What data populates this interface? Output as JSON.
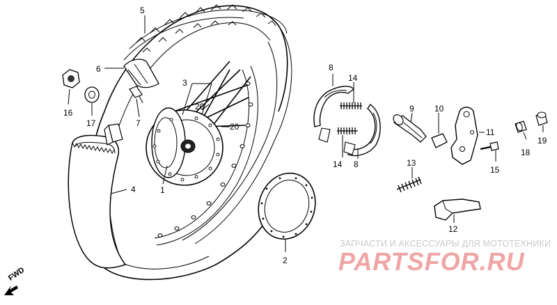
{
  "diagram": {
    "parts": [
      {
        "id": "tire",
        "number": "5"
      },
      {
        "id": "rim-band",
        "number": "6"
      },
      {
        "id": "spokes",
        "number": "3"
      },
      {
        "id": "nut",
        "number": "16"
      },
      {
        "id": "washer",
        "number": "17"
      },
      {
        "id": "valve",
        "number": "7"
      },
      {
        "id": "tube",
        "number": "4"
      },
      {
        "id": "hub",
        "number": "1"
      },
      {
        "id": "spoke-a",
        "number": "20"
      },
      {
        "id": "spoke-b",
        "number": "20"
      },
      {
        "id": "shoe-top",
        "number": "8"
      },
      {
        "id": "spring-top",
        "number": "14"
      },
      {
        "id": "spring-bottom",
        "number": "14"
      },
      {
        "id": "shoe-bottom",
        "number": "8"
      },
      {
        "id": "cam",
        "number": "9"
      },
      {
        "id": "plate",
        "number": "10"
      },
      {
        "id": "arm",
        "number": "11"
      },
      {
        "id": "bolt",
        "number": "15"
      },
      {
        "id": "spring",
        "number": "13"
      },
      {
        "id": "stopper",
        "number": "12"
      },
      {
        "id": "collar",
        "number": "18"
      },
      {
        "id": "cap",
        "number": "19"
      },
      {
        "id": "brake-panel",
        "number": "2"
      }
    ],
    "direction_label": "FWD"
  },
  "watermark": {
    "tagline": "ЗАПЧАСТИ И АКСЕССУАРЫ ДЛЯ МОТОТЕХНИКИ",
    "logo": "PARTSFOR.RU",
    "logo_color": "#e25c5c"
  }
}
